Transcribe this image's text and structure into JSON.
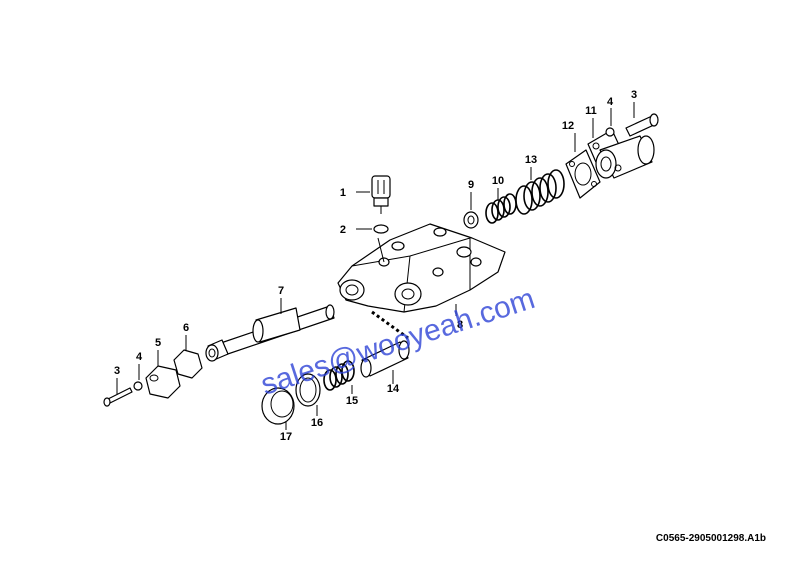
{
  "reference_code": "C0565-2905001298.A1b",
  "watermark": "sales@wooyeah.com",
  "callouts": {
    "c1": "1",
    "c2": "2",
    "c3a": "3",
    "c3b": "3",
    "c4a": "4",
    "c4b": "4",
    "c5": "5",
    "c6": "6",
    "c7": "7",
    "c8": "8",
    "c9": "9",
    "c10": "10",
    "c11": "11",
    "c12": "12",
    "c13": "13",
    "c14": "14",
    "c15": "15",
    "c16": "16",
    "c17": "17"
  }
}
